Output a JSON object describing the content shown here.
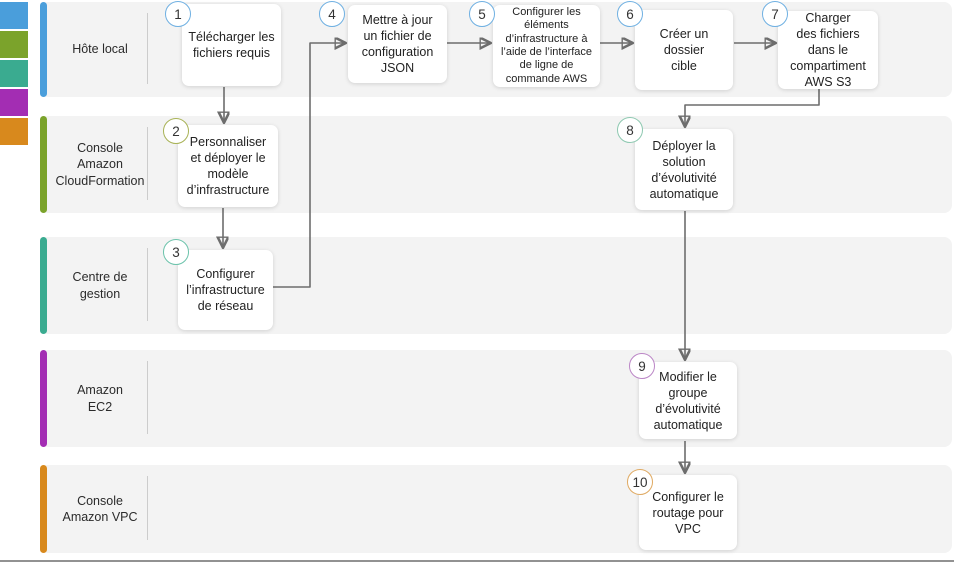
{
  "diagram": {
    "language": "fr",
    "lane_background": "#f3f3f3",
    "arrow_color": "#6d6d6d",
    "legend_colors": [
      "#4a9edb",
      "#7ba32b",
      "#3aab90",
      "#a32db3",
      "#d8891d"
    ],
    "flow": [
      [
        "1",
        "2"
      ],
      [
        "2",
        "3"
      ],
      [
        "3",
        "4"
      ],
      [
        "4",
        "5"
      ],
      [
        "5",
        "6"
      ],
      [
        "6",
        "7"
      ],
      [
        "7",
        "8"
      ],
      [
        "8",
        "9"
      ],
      [
        "9",
        "10"
      ]
    ]
  },
  "lanes": [
    {
      "label": "Hôte local",
      "color": "#4a9edb"
    },
    {
      "label": "Console\nAmazon\nCloudFormation",
      "color": "#7ba32b"
    },
    {
      "label": "Centre de\ngestion",
      "color": "#3aab90"
    },
    {
      "label": "Amazon\nEC2",
      "color": "#a32db3"
    },
    {
      "label": "Console\nAmazon VPC",
      "color": "#d8891d"
    }
  ],
  "steps": [
    {
      "number": "1",
      "label": "Télécharger les\nfichiers requis",
      "badge_color": "#6fb0e2",
      "lane": "Hôte local"
    },
    {
      "number": "2",
      "label": "Personnaliser\net déployer le\nmodèle\nd’infrastructure",
      "badge_color": "#a8b255",
      "lane": "Console Amazon CloudFormation"
    },
    {
      "number": "3",
      "label": "Configurer\nl’infrastructure\nde réseau",
      "badge_color": "#6cc3ab",
      "lane": "Centre de gestion"
    },
    {
      "number": "4",
      "label": "Mettre à jour\nun fichier de\nconfiguration\nJSON",
      "badge_color": "#6fb0e2",
      "lane": "Hôte local"
    },
    {
      "number": "5",
      "label": "Configurer les\néléments\nd’infrastructure à\nl’aide de l’interface\nde ligne de\ncommande AWS",
      "badge_color": "#6fb0e2",
      "lane": "Hôte local"
    },
    {
      "number": "6",
      "label": "Créer un\ndossier\ncible",
      "badge_color": "#6fb0e2",
      "lane": "Hôte local"
    },
    {
      "number": "7",
      "label": "Charger\ndes fichiers\ndans le\ncompartiment\nAWS S3",
      "badge_color": "#6fb0e2",
      "lane": "Hôte local"
    },
    {
      "number": "8",
      "label": "Déployer la\nsolution\nd’évolutivité\nautomatique",
      "badge_color": "#8dc8b0",
      "lane": "Console Amazon CloudFormation"
    },
    {
      "number": "9",
      "label": "Modifier le\ngroupe\nd’évolutivité\nautomatique",
      "badge_color": "#bb86c6",
      "lane": "Amazon EC2"
    },
    {
      "number": "10",
      "label": "Configurer le\nroutage pour\nVPC",
      "badge_color": "#dfa961",
      "lane": "Console Amazon VPC"
    }
  ]
}
